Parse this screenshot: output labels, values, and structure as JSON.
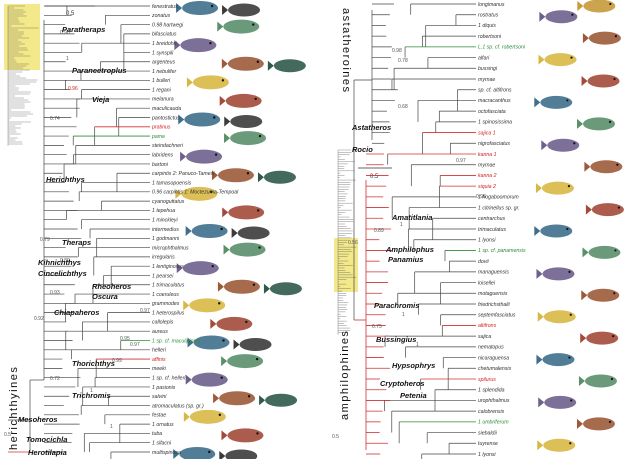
{
  "scale_bars": {
    "left": "0.5",
    "right": "0.5"
  },
  "tribes": {
    "left": "herichthyines",
    "right_top": "astatheroines",
    "right_bottom": "amphilophines"
  },
  "left_tree": {
    "genera": [
      {
        "id": "paratheraps",
        "label": "Paratheraps"
      },
      {
        "id": "paraneetroplus",
        "label": "Paraneetroplus"
      },
      {
        "id": "vieja",
        "label": "Vieja"
      },
      {
        "id": "herichthys",
        "label": "Herichthys"
      },
      {
        "id": "theraps",
        "label": "Theraps"
      },
      {
        "id": "kihnichthys",
        "label": "Kihnichthys"
      },
      {
        "id": "cincelichthys",
        "label": "Cincelichthys"
      },
      {
        "id": "rheoheros",
        "label": "Rheoheros"
      },
      {
        "id": "oscura",
        "label": "Oscura"
      },
      {
        "id": "chiapaheros",
        "label": "Chiapaheros"
      },
      {
        "id": "thorichthys",
        "label": "Thorichthys"
      },
      {
        "id": "trichromis",
        "label": "Trichromis"
      },
      {
        "id": "mesoheros",
        "label": "Mesoheros"
      },
      {
        "id": "tomocichla",
        "label": "Tomocichla"
      },
      {
        "id": "herotilapia",
        "label": "Herotilapia"
      }
    ],
    "tips": [
      {
        "label": "fenestratus",
        "color": "black"
      },
      {
        "label": "zonatus",
        "color": "black"
      },
      {
        "label": "0.98 hartwegi",
        "color": "black"
      },
      {
        "label": "bifasciatus",
        "color": "black"
      },
      {
        "label": "1 breidohri",
        "color": "black"
      },
      {
        "label": "1 synspili",
        "color": "black"
      },
      {
        "label": "argenteus",
        "color": "black"
      },
      {
        "label": "1 nebulifer",
        "color": "black"
      },
      {
        "label": "1 bulleri",
        "color": "black"
      },
      {
        "label": "1 regani",
        "color": "black"
      },
      {
        "label": "melanura",
        "color": "black"
      },
      {
        "label": "maculicauda",
        "color": "black"
      },
      {
        "label": "pantostictus",
        "color": "black"
      },
      {
        "label": "pratinus",
        "color": "red"
      },
      {
        "label": "pame",
        "color": "green"
      },
      {
        "label": "steindachneri",
        "color": "black"
      },
      {
        "label": "labridens",
        "color": "black"
      },
      {
        "label": "bartoni",
        "color": "black"
      },
      {
        "label": "carpintis 2: Panuco-Tamesi",
        "color": "black"
      },
      {
        "label": "1 tamasopoensis",
        "color": "black"
      },
      {
        "label": "0.96 carpintis 1: Moctezuma-Tempoal",
        "color": "black"
      },
      {
        "label": "cyanoguttatus",
        "color": "black"
      },
      {
        "label": "1 tepehua",
        "color": "black"
      },
      {
        "label": "1 minckleyi",
        "color": "black"
      },
      {
        "label": "intermedius",
        "color": "black"
      },
      {
        "label": "1 godmanni",
        "color": "black"
      },
      {
        "label": "microphthalmus",
        "color": "black"
      },
      {
        "label": "irregularis",
        "color": "black"
      },
      {
        "label": "1 lentiginosus",
        "color": "black"
      },
      {
        "label": "1 pearsei",
        "color": "black"
      },
      {
        "label": "1 trimaculatus",
        "color": "black"
      },
      {
        "label": "1 coeruleus",
        "color": "black"
      },
      {
        "label": "grammodes",
        "color": "black"
      },
      {
        "label": "1 heterospilus",
        "color": "black"
      },
      {
        "label": "callolepis",
        "color": "black"
      },
      {
        "label": "aureus",
        "color": "black"
      },
      {
        "label": "1 sp. cf. maculipinnis",
        "color": "green"
      },
      {
        "label": "helleri",
        "color": "black"
      },
      {
        "label": "affinis",
        "color": "red"
      },
      {
        "label": "meeki",
        "color": "black"
      },
      {
        "label": "1 sp. cf. helleri",
        "color": "black"
      },
      {
        "label": "1 pasionis",
        "color": "black"
      },
      {
        "label": "salvini",
        "color": "black"
      },
      {
        "label": "atromaculatus (sp. gr.)",
        "color": "black"
      },
      {
        "label": "festae",
        "color": "black"
      },
      {
        "label": "1 ornatus",
        "color": "black"
      },
      {
        "label": "tuba",
        "color": "black"
      },
      {
        "label": "1 sifacni",
        "color": "black"
      },
      {
        "label": "multispinosa",
        "color": "black"
      }
    ],
    "support": [
      "0.98",
      "0.96",
      "0.74",
      "0.79",
      "0.89",
      "0.93",
      "0.97",
      "0.72",
      "0.92",
      "0.95",
      "0.99",
      "0.97",
      "0.5",
      "1",
      "1",
      "1"
    ]
  },
  "right_tree": {
    "genera": [
      {
        "id": "astatheros",
        "label": "Astatheros"
      },
      {
        "id": "rocio",
        "label": "Rocio"
      },
      {
        "id": "amatitlania",
        "label": "Amatitlania"
      },
      {
        "id": "amphilophus",
        "label": "Amphilophus"
      },
      {
        "id": "panamius",
        "label": "Panamius"
      },
      {
        "id": "parachromis",
        "label": "Parachromis"
      },
      {
        "id": "bussingius",
        "label": "Bussingius"
      },
      {
        "id": "hypsophrys",
        "label": "Hypsophrys"
      },
      {
        "id": "cryptoheros",
        "label": "Cryptoheros"
      },
      {
        "id": "petenia",
        "label": "Petenia"
      }
    ],
    "tips": [
      {
        "label": "longimanus",
        "color": "black"
      },
      {
        "label": "rostratus",
        "color": "black"
      },
      {
        "label": "1 diquis",
        "color": "black"
      },
      {
        "label": "robertsoni",
        "color": "black"
      },
      {
        "label": "L.1 sp. cf. robertsoni",
        "color": "green"
      },
      {
        "label": "alfari",
        "color": "black"
      },
      {
        "label": "bussingi",
        "color": "black"
      },
      {
        "label": "myrnae",
        "color": "black"
      },
      {
        "label": "sp. cf. altifrons",
        "color": "black"
      },
      {
        "label": "macracanthus",
        "color": "black"
      },
      {
        "label": "octofasciata",
        "color": "black"
      },
      {
        "label": "1 spinosissima",
        "color": "black"
      },
      {
        "label": "sajica 1",
        "color": "red"
      },
      {
        "label": "nigrofasciatus",
        "color": "black"
      },
      {
        "label": "kanna 1",
        "color": "red"
      },
      {
        "label": "myrnae",
        "color": "black"
      },
      {
        "label": "kanna 2",
        "color": "red"
      },
      {
        "label": "siquia 2",
        "color": "red"
      },
      {
        "label": "1 hogaboomorum",
        "color": "black"
      },
      {
        "label": "1 citrinellus sp. gr.",
        "color": "black"
      },
      {
        "label": "centrarchus",
        "color": "black"
      },
      {
        "label": "trimaculatus",
        "color": "black"
      },
      {
        "label": "1 lyonsi",
        "color": "black"
      },
      {
        "label": "1 sp. cf. panamensis",
        "color": "green"
      },
      {
        "label": "dovii",
        "color": "black"
      },
      {
        "label": "managuensis",
        "color": "black"
      },
      {
        "label": "loisellei",
        "color": "black"
      },
      {
        "label": "motaguensis",
        "color": "black"
      },
      {
        "label": "friedrichsthalii",
        "color": "black"
      },
      {
        "label": "septemfasciatus",
        "color": "black"
      },
      {
        "label": "altifrons",
        "color": "red"
      },
      {
        "label": "sajica",
        "color": "black"
      },
      {
        "label": "nematopus",
        "color": "black"
      },
      {
        "label": "nicaraguensa",
        "color": "black"
      },
      {
        "label": "chetumalensis",
        "color": "black"
      },
      {
        "label": "spilurus",
        "color": "red"
      },
      {
        "label": "1 splendida",
        "color": "black"
      },
      {
        "label": "urophthalmus",
        "color": "black"
      },
      {
        "label": "calobrensis",
        "color": "black"
      },
      {
        "label": "1 umbriferum",
        "color": "green"
      },
      {
        "label": "siebaldii",
        "color": "black"
      },
      {
        "label": "tuyrense",
        "color": "black"
      },
      {
        "label": "1 lyonsi",
        "color": "black"
      }
    ],
    "support": [
      "0.98",
      "0.78",
      "0.68",
      "0.97",
      "0.98",
      "0.89",
      "0.75",
      "0.56",
      "0.5",
      "1",
      "1",
      "1"
    ]
  }
}
